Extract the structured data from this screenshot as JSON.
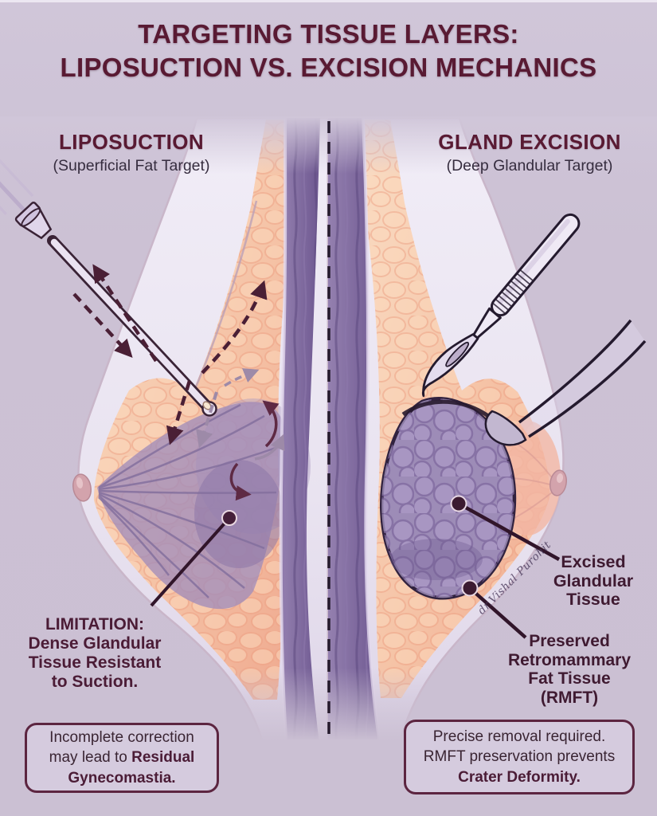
{
  "title": {
    "line1": "TARGETING TISSUE LAYERS:",
    "line2": "LIPOSUCTION VS. EXCISION MECHANICS"
  },
  "panels": {
    "left": {
      "heading": "LIPOSUCTION",
      "subheading": "(Superficial Fat Target)",
      "annotation": "LIMITATION:\nDense Glandular\nTissue Resistant\nto Suction.",
      "caption": {
        "normal": "Incomplete correction may lead to ",
        "bold": "Residual Gynecomastia."
      }
    },
    "right": {
      "heading": "GLAND EXCISION",
      "subheading": "(Deep Glandular Target)",
      "annotation_gland": "Excised\nGlandular\nTissue",
      "annotation_fat": "Preserved\nRetromammary\nFat Tissue\n(RMFT)",
      "caption": {
        "normal": "Precise removal required. RMFT preservation prevents ",
        "bold": "Crater Deformity."
      }
    }
  },
  "watermark": "dr.Vishal Purohit",
  "colors": {
    "background": "#ccc1d4",
    "title_maroon": "#591a33",
    "subheading_dark": "#362d3f",
    "annotation_maroon": "#4b1c36",
    "leader_line": "#31152a",
    "divider": "#241a2c",
    "box_border": "#5c2540",
    "box_text": "#3a2533",
    "fat_tissue": "#f5c3a6",
    "gland_tissue": "#9d8cb7",
    "muscle": "#7c6898",
    "skin": "#ece7f3"
  }
}
